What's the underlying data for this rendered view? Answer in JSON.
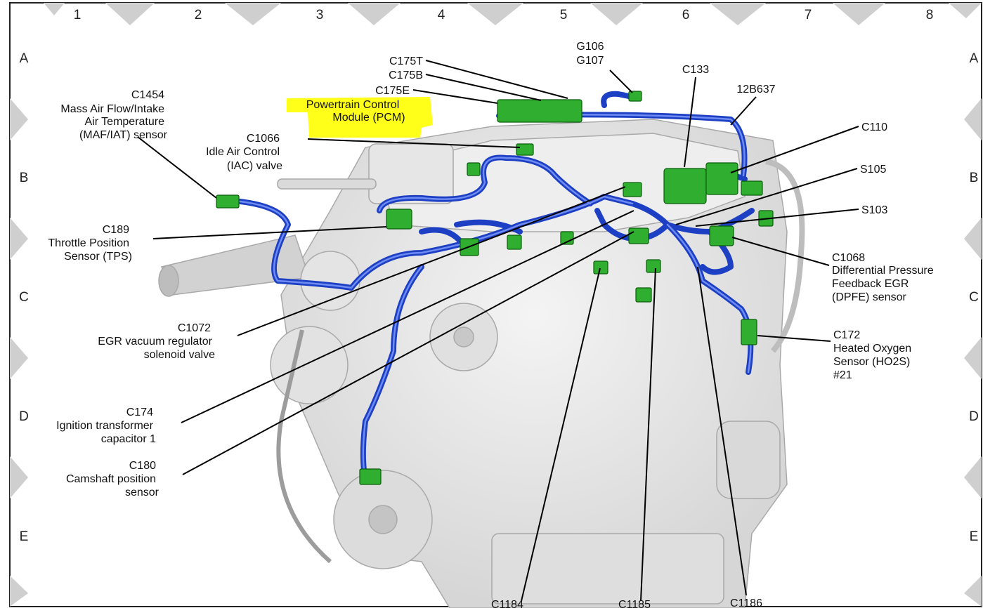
{
  "column_labels": [
    "1",
    "2",
    "3",
    "4",
    "5",
    "6",
    "7",
    "8"
  ],
  "row_labels": [
    "A",
    "B",
    "C",
    "D",
    "E"
  ],
  "components": {
    "c175t": "C175T",
    "c175b": "C175B",
    "c175e": "C175E",
    "pcm": [
      "Powertrain Control",
      "Module (PCM)"
    ],
    "g106_g107": [
      "G106",
      "G107"
    ],
    "c133": "C133",
    "b12b637": "12B637",
    "c110": "C110",
    "s105": "S105",
    "s103": "S103",
    "c1454": [
      "C1454",
      "Mass Air Flow/Intake",
      "Air Temperature",
      "(MAF/IAT) sensor"
    ],
    "c1066": [
      "C1066",
      "Idle Air Control",
      "(IAC) valve"
    ],
    "c189": [
      "C189",
      "Throttle Position",
      "Sensor (TPS)"
    ],
    "c1068": [
      "C1068",
      "Differential Pressure",
      "Feedback EGR",
      "(DPFE) sensor"
    ],
    "c1072": [
      "C1072",
      "EGR vacuum regulator",
      "solenoid valve"
    ],
    "c172": [
      "C172",
      "Heated Oxygen",
      "Sensor (HO2S)",
      "#21"
    ],
    "c174": [
      "C174",
      "Ignition transformer",
      "capacitor 1"
    ],
    "c180": [
      "C180",
      "Camshaft position",
      "sensor"
    ],
    "c1184": "C1184",
    "c1185": "C1185",
    "c1186": "C1186"
  },
  "colors": {
    "harness": "#1d3fc4",
    "connector": "#2fae2f",
    "highlight": "#ffff1a",
    "engine": "#e8e8e8",
    "border_diamond": "#cfcfcf"
  }
}
